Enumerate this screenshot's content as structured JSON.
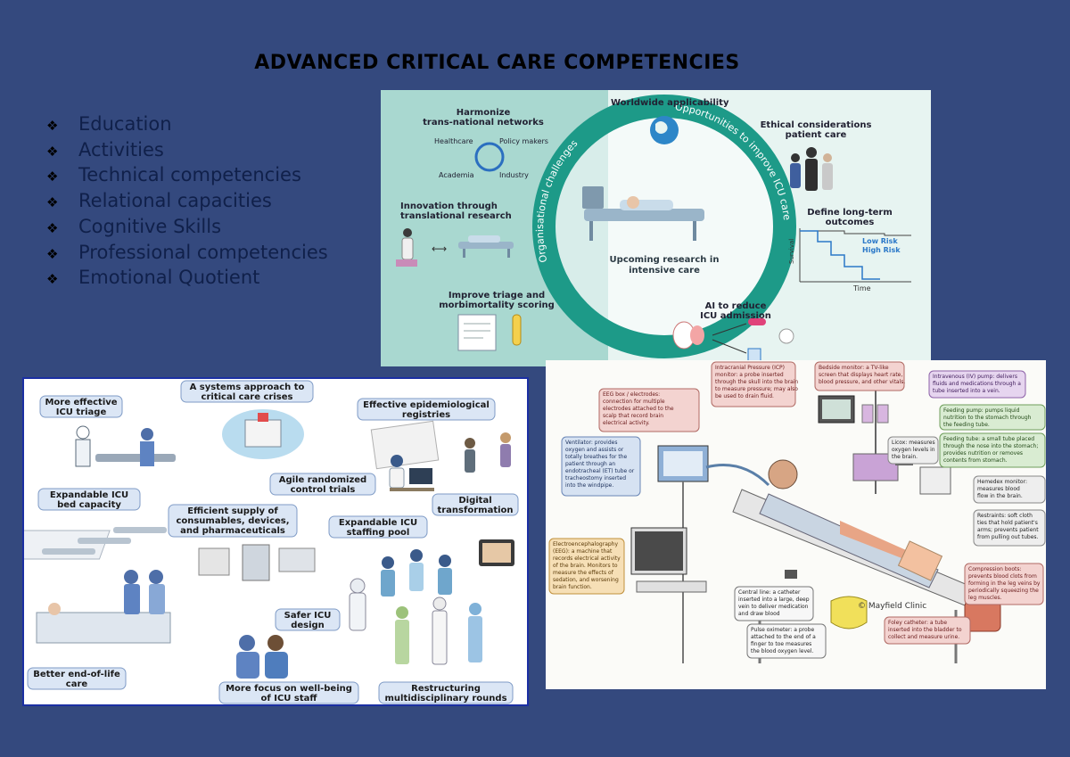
{
  "title": "ADVANCED CRITICAL CARE COMPETENCIES",
  "bullets": [
    "Education",
    "Activities",
    "Technical competencies",
    "Relational capacities",
    "Cognitive Skills",
    "Professional competencies",
    "Emotional Quotient"
  ],
  "fig1": {
    "harmonize": [
      "Harmonize",
      "trans-national networks"
    ],
    "network_nodes": [
      "Healthcare",
      "Policy makers",
      "Academia",
      "Industry"
    ],
    "worldwide": "Worldwide applicability",
    "ethical": [
      "Ethical considerations",
      "patient care"
    ],
    "innovation": [
      "Innovation through",
      "translational research"
    ],
    "ring_left": "Organisational challenges",
    "ring_right": "Opportunities to improve ICU care",
    "center": [
      "Upcoming research in",
      "intensive care"
    ],
    "define": [
      "Define long-term",
      "outcomes"
    ],
    "low_risk": "Low Risk",
    "high_risk": "High Risk",
    "time": "Time",
    "survival": "Survival",
    "triage": [
      "Improve triage and",
      "morbimortality scoring"
    ],
    "ai": [
      "AI to reduce",
      "ICU admission"
    ]
  },
  "fig2": {
    "systems": [
      "A systems approach to",
      "critical care crises"
    ],
    "triage": [
      "More effective",
      "ICU triage"
    ],
    "registries": [
      "Effective epidemiological",
      "registries"
    ],
    "trials": [
      "Agile randomized",
      "control trials"
    ],
    "bed": [
      "Expandable ICU",
      "bed capacity"
    ],
    "supply": [
      "Efficient supply of",
      "consumables, devices,",
      "and pharmaceuticals"
    ],
    "digital": [
      "Digital",
      "transformation"
    ],
    "staffing": [
      "Expandable ICU",
      "staffing pool"
    ],
    "safer": [
      "Safer ICU",
      "design"
    ],
    "eol": [
      "Better end-of-life",
      "care"
    ],
    "wellbeing": [
      "More focus on well-being",
      "of ICU staff"
    ],
    "rounds": [
      "Restructuring",
      "multidisciplinary rounds"
    ]
  },
  "fig3": {
    "icp": [
      "Intracranial Pressure (ICP)",
      "monitor: a probe inserted",
      "through the skull into the brain",
      "to measure pressure; may also",
      "be used to drain fluid."
    ],
    "bedside": [
      "Bedside monitor: a TV-like",
      "screen that displays heart rate,",
      "blood pressure, and other vitals."
    ],
    "iv": [
      "Intravenous (IV) pump: delivers",
      "fluids and medications through a",
      "tube inserted into a vein."
    ],
    "eeg_box": [
      "EEG box / electrodes:",
      "connection for multiple",
      "electrodes attached to the",
      "scalp that record brain",
      "electrical activity."
    ],
    "feeding_pump": [
      "Feeding pump: pumps liquid",
      "nutrition to the stomach through",
      "the feeding tube."
    ],
    "feeding_tube": [
      "Feeding tube: a small tube placed",
      "through the nose into the stomach;",
      "provides nutrition or removes",
      "contents from stomach."
    ],
    "ventilator": [
      "Ventilator: provides",
      "oxygen and assists or",
      "totally breathes for the",
      "patient through an",
      "endotracheal (ET) tube or",
      "tracheostomy inserted",
      "into the windpipe."
    ],
    "licox": [
      "Licox: measures",
      "oxygen levels in",
      "the brain."
    ],
    "hemedex": [
      "Hemedex monitor:",
      "measures blood",
      "flow in the brain."
    ],
    "restraints": [
      "Restraints: soft cloth",
      "ties that hold patient's",
      "arms; prevents patient",
      "from pulling out tubes."
    ],
    "eeg": [
      "Electroencephalography",
      "(EEG): a machine that",
      "records electrical activity",
      "of the brain. Monitors to",
      "measure the effects of",
      "sedation, and worsening",
      "brain function."
    ],
    "central": [
      "Central line: a catheter",
      "inserted into a large, deep",
      "vein to deliver medication",
      "and draw blood"
    ],
    "compression": [
      "Compression boots:",
      "prevents blood clots from",
      "forming in the leg veins by",
      "periodically squeezing the",
      "leg muscles."
    ],
    "pulse": [
      "Pulse oximeter: a probe",
      "attached to the end of a",
      "finger to toe measures",
      "the blood oxygen level."
    ],
    "foley": [
      "Foley catheter: a tube",
      "inserted into the bladder to",
      "collect and measure urine."
    ],
    "mayfield": "© Mayfield Clinic"
  },
  "colors": {
    "background": "#34497e",
    "teal": "#1d9a88",
    "frame": "#1b2fa3"
  }
}
